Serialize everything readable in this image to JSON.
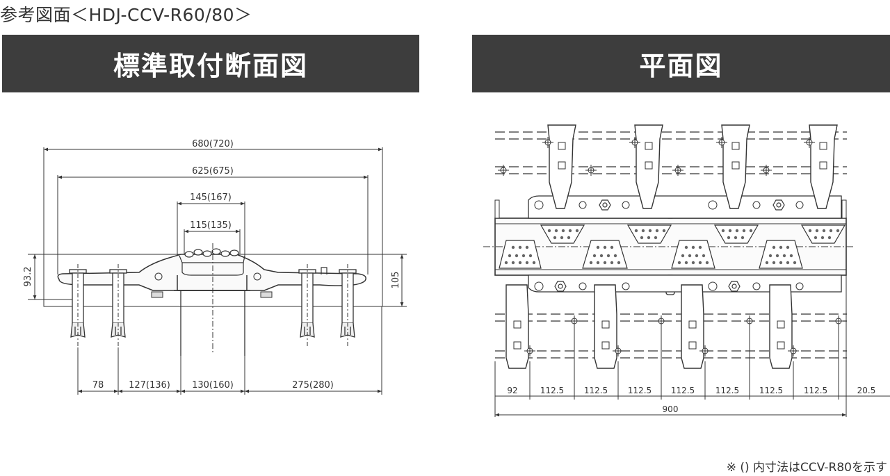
{
  "page_title": "参考図面＜HDJ-CCV-R60/80＞",
  "section_view": {
    "banner": "標準取付断面図",
    "dims": {
      "overall_width": "680(720)",
      "inner_width": "625(675)",
      "base_width": "145(167)",
      "top_width": "115(135)",
      "height_left": "93.2",
      "height_right": "105",
      "bottom_a": "78",
      "bottom_b": "127(136)",
      "bottom_c": "130(160)",
      "bottom_d": "275(280)"
    }
  },
  "plan_view": {
    "banner": "平面図",
    "dims": {
      "pitches": [
        "92",
        "112.5",
        "112.5",
        "112.5",
        "112.5",
        "112.5",
        "112.5",
        "112.5",
        "20.5"
      ],
      "total": "900"
    }
  },
  "footnote": "※ () 内寸法はCCV-R80を示す"
}
